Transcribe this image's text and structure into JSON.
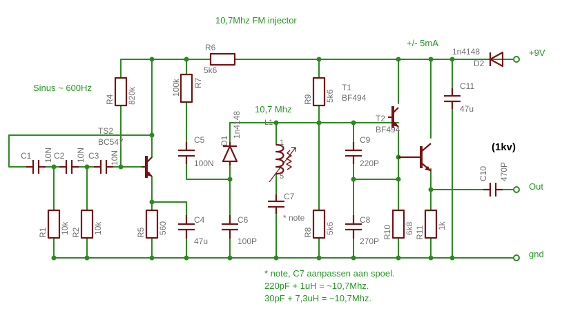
{
  "title": "10,7Mhz FM injector",
  "input_label": "Sinus ~ 600Hz",
  "current_label": "+/- 5mA",
  "supply_label": "+9V",
  "out_label": "Out",
  "gnd_label": "gnd",
  "freq_label": "10,7 Mhz",
  "kv_label": "(1kv)",
  "notes": {
    "line1": "* note, C7 aanpassen aan spoel.",
    "line2": "220pF + 1uH = ~10,7Mhz.",
    "line3": "30pF + 7,3uH = ~10,7Mhz."
  },
  "components": {
    "R1": {
      "name": "R1",
      "value": "10k"
    },
    "R2": {
      "name": "R2",
      "value": "10k"
    },
    "R4": {
      "name": "R4",
      "value": "820k"
    },
    "R5": {
      "name": "R5",
      "value": "560"
    },
    "R6": {
      "name": "R6",
      "value": "5k6"
    },
    "R7": {
      "name": "R7",
      "value": "100k"
    },
    "R8": {
      "name": "R8",
      "value": "5k6"
    },
    "R9": {
      "name": "R9",
      "value": "5k6"
    },
    "R10": {
      "name": "R10",
      "value": "6k8"
    },
    "R11": {
      "name": "R11",
      "value": "1k"
    },
    "C1": {
      "name": "C1",
      "value": "10N"
    },
    "C2": {
      "name": "C2",
      "value": "10N"
    },
    "C3": {
      "name": "C3",
      "value": "10N"
    },
    "C4": {
      "name": "C4",
      "value": "47u"
    },
    "C5": {
      "name": "C5",
      "value": "100N"
    },
    "C6": {
      "name": "C6",
      "value": "100P"
    },
    "C7": {
      "name": "C7",
      "value": "* note"
    },
    "C8": {
      "name": "C8",
      "value": "270P"
    },
    "C9": {
      "name": "C9",
      "value": "220P"
    },
    "C10": {
      "name": "C10",
      "value": "470P"
    },
    "C11": {
      "name": "C11",
      "value": "47u"
    },
    "D1": {
      "name": "D1",
      "value": "1n4148"
    },
    "D2": {
      "name": "D2",
      "value": "1n4148"
    },
    "TS2": {
      "name": "TS2",
      "value": "BC547"
    },
    "T1": {
      "name": "T1",
      "value": "BF494"
    },
    "T2": {
      "name": "T2",
      "value": "BF494"
    },
    "L1": {
      "name": "L1",
      "pin1": "1",
      "pin5": "5"
    }
  }
}
